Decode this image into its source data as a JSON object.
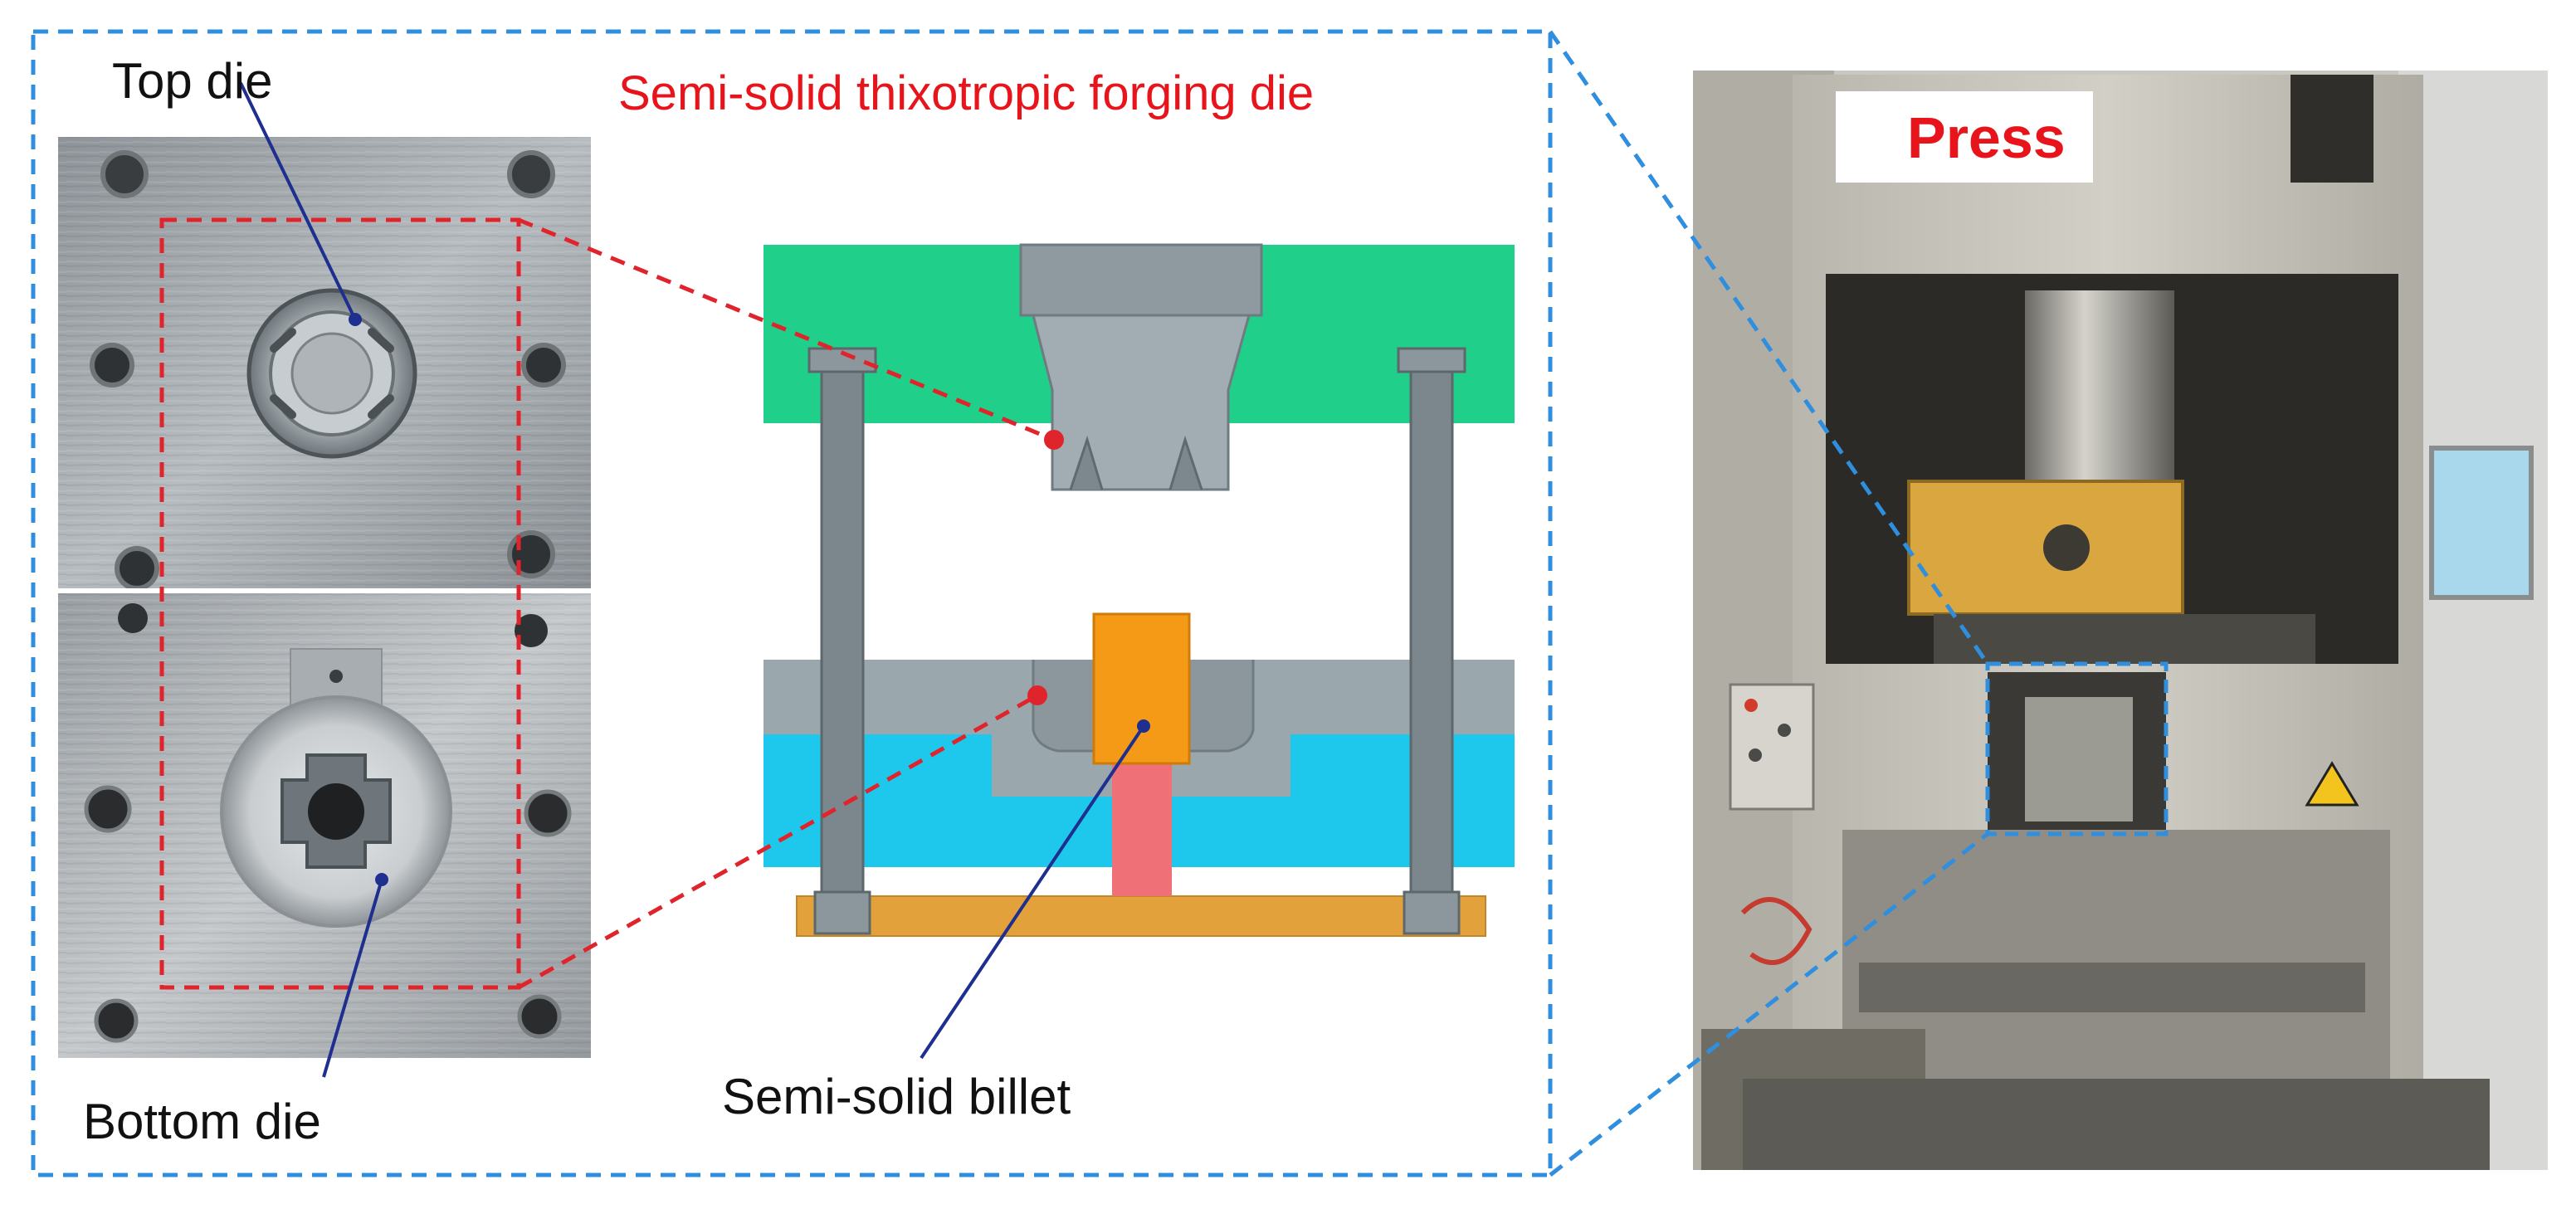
{
  "labels": {
    "top_die": "Top die",
    "bottom_die": "Bottom die",
    "die_title": "Semi-solid thixotropic forging die",
    "billet": "Semi-solid billet",
    "press": "Press"
  },
  "colors": {
    "dash_blue": "#2f8fde",
    "dash_red": "#e0242b",
    "pointer_navy": "#1f2f8f",
    "title_red": "#e8141c",
    "die_green": "#1fcf8a",
    "die_cyan": "#1ec8ec",
    "steel_gray": "#9aa7ad",
    "pillar_gray": "#7c878d",
    "base_orange": "#e3a13c",
    "billet_orange": "#f49a17",
    "billet_pink": "#f07078",
    "press_yellow": "#d9a640"
  }
}
